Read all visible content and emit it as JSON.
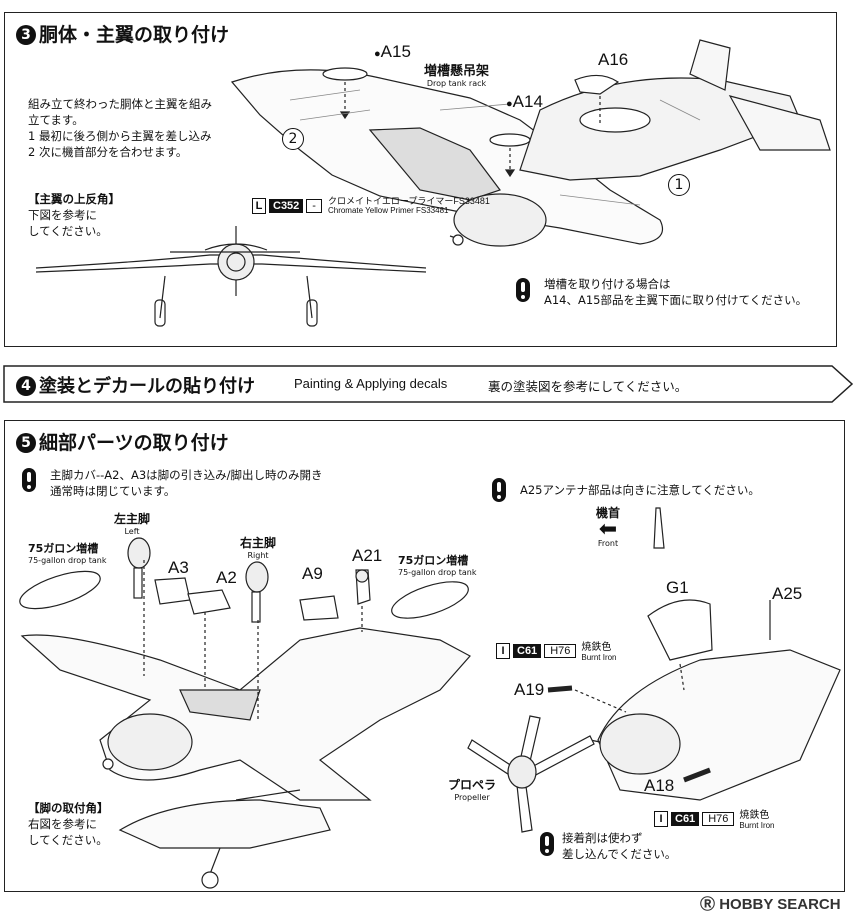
{
  "section3": {
    "num": "3",
    "title": "胴体・主翼の取り付け",
    "instructions": [
      "組み立て終わった胴体と主翼を組み",
      "立てます。",
      "1 最初に後ろ側から主翼を差し込み",
      "2 次に機首部分を合わせます。"
    ],
    "dihedral_title": "【主翼の上反角】",
    "dihedral_text": [
      "下図を参考に",
      "してください。"
    ],
    "parts": {
      "a15": "A15",
      "a14": "A14",
      "a16": "A16"
    },
    "rack_jp": "増槽懸吊架",
    "rack_en": "Drop tank rack",
    "paint": {
      "letter": "L",
      "code": "C352",
      "dash": "-",
      "jp": "クロメイトイエロープライマーFS33481",
      "en": "Chromate Yellow Primer FS33481"
    },
    "steps": [
      "1",
      "2"
    ],
    "note": [
      "増槽を取り付ける場合は",
      "A14、A15部品を主翼下面に取り付けてください。"
    ]
  },
  "section4": {
    "num": "4",
    "title": "塗装とデカールの貼り付け",
    "subtitle_en": "Painting & Applying decals",
    "subtitle_jp": "裏の塗装図を参考にしてください。"
  },
  "section5": {
    "num": "5",
    "title": "細部パーツの取り付け",
    "note_gear": [
      "主脚カバ--A2、A3は脚の引き込み/脚出し時のみ開き",
      "通常時は閉じています。"
    ],
    "note_antenna": "A25アンテナ部品は向きに注意してください。",
    "nose_jp": "機首",
    "nose_en": "Front",
    "left_gear_jp": "左主脚",
    "left_gear_en": "Left",
    "right_gear_jp": "右主脚",
    "right_gear_en": "Right",
    "tank_jp": "75ガロン増槽",
    "tank_en": "75-gallon drop tank",
    "parts": {
      "a3": "A3",
      "a2": "A2",
      "a9": "A9",
      "a21": "A21",
      "g1": "G1",
      "a25": "A25",
      "a19": "A19",
      "a18": "A18"
    },
    "paint": {
      "letter": "I",
      "code": "C61",
      "h": "H76",
      "jp": "焼鉄色",
      "en": "Burnt Iron"
    },
    "prop_jp": "プロペラ",
    "prop_en": "Propeller",
    "glue_note": [
      "接着剤は使わず",
      "差し込んでください。"
    ],
    "gear_angle_title": "【脚の取付角】",
    "gear_angle_text": [
      "右図を参考に",
      "してください。"
    ]
  },
  "watermark": "HOBBY SEARCH"
}
